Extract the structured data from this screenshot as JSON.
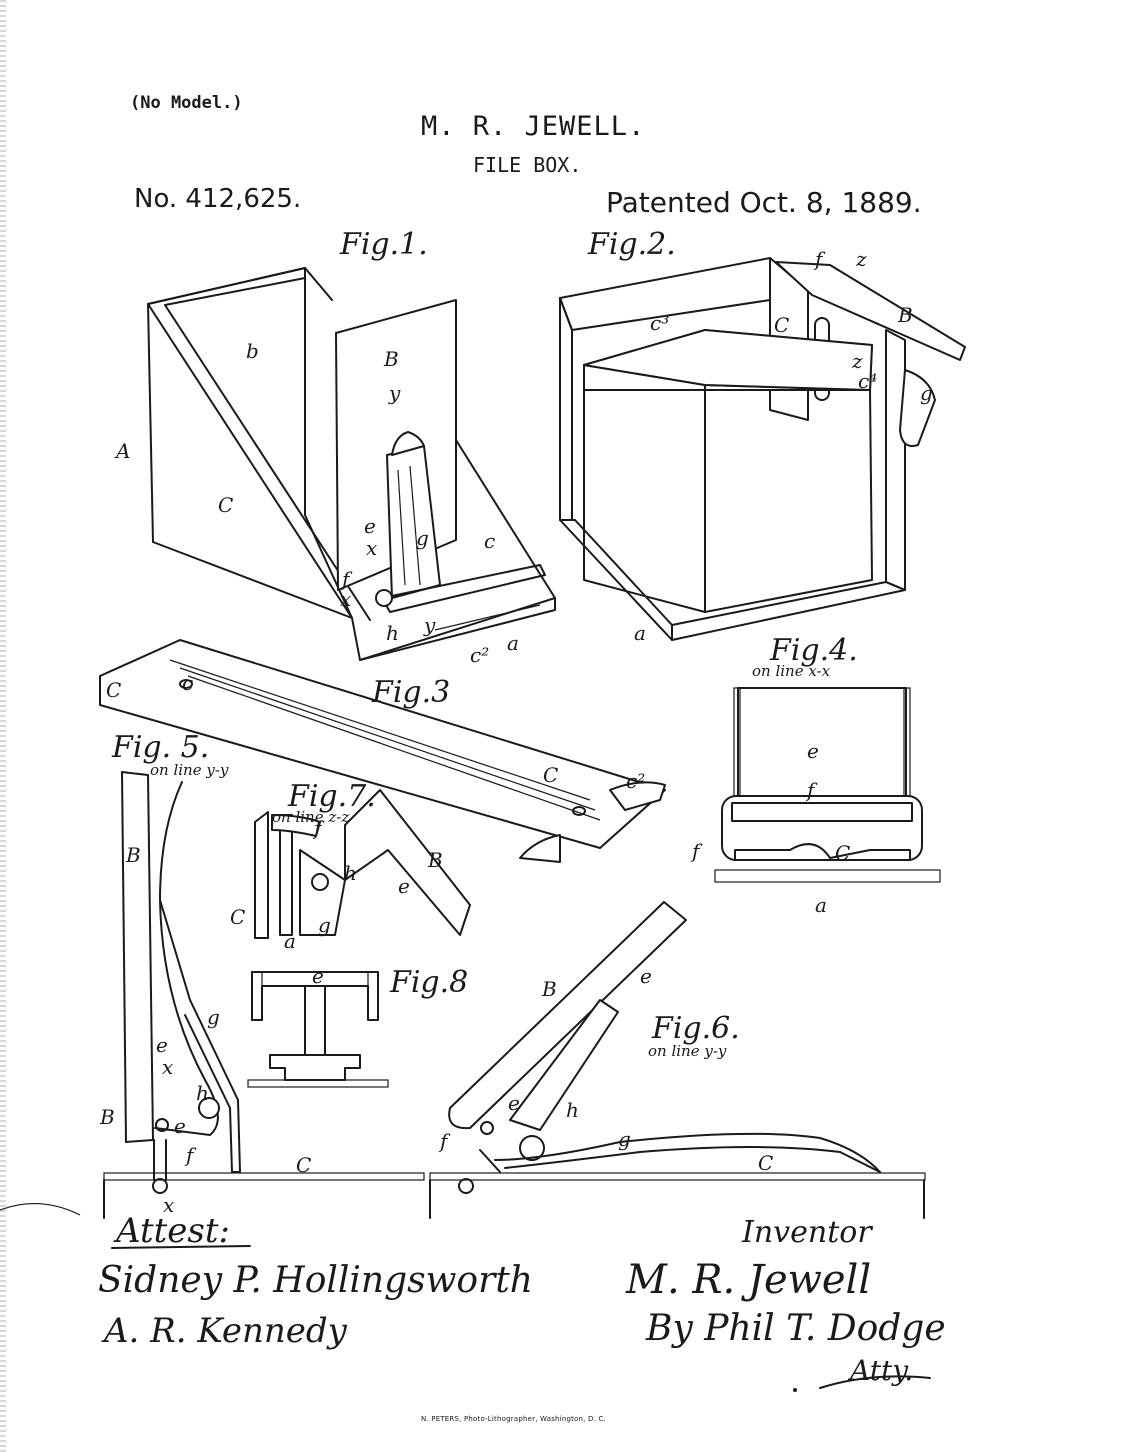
{
  "header": {
    "model_note": "(No Model.)",
    "inventor_name": "M. R. JEWELL.",
    "title": "FILE BOX.",
    "patent_number": "No. 412,625.",
    "patent_date": "Patented Oct. 8, 1889."
  },
  "figures": {
    "fig1": {
      "title": "Fig.1.",
      "labels": {
        "A": "A",
        "b": "b",
        "B": "B",
        "C_left": "C",
        "C_right": "c",
        "y": "y",
        "e": "e",
        "g": "g",
        "x1": "x",
        "x2": "x",
        "f": "f",
        "h": "h",
        "y2": "y",
        "c2": "c²",
        "a": "a"
      }
    },
    "fig2": {
      "title": "Fig.2.",
      "labels": {
        "f": "f",
        "z1": "z",
        "z2": "z",
        "B": "B",
        "c3": "c³",
        "C": "C",
        "c4": "c⁴",
        "g": "g",
        "a": "a"
      }
    },
    "fig3": {
      "title": "Fig.3",
      "labels": {
        "C_end": "C",
        "c_inner": "c",
        "C_mid": "C",
        "c2": "c²"
      }
    },
    "fig4": {
      "title": "Fig.4.",
      "subtitle": "on line x-x",
      "labels": {
        "e": "e",
        "f_top": "f",
        "f_side": "f",
        "C": "C",
        "a": "a"
      }
    },
    "fig5": {
      "title": "Fig. 5.",
      "subtitle": "on line y-y",
      "labels": {
        "B_top": "B",
        "B_bot": "B",
        "g": "g",
        "e": "e",
        "x_mid": "x",
        "h": "h",
        "e2": "e",
        "f": "f",
        "C": "C",
        "x_bot": "x"
      }
    },
    "fig6": {
      "title": "Fig.6.",
      "subtitle": "on line y-y",
      "labels": {
        "B": "B",
        "e_top": "e",
        "e_mid": "e",
        "h": "h",
        "g": "g",
        "f": "f",
        "C": "C"
      }
    },
    "fig7": {
      "title": "Fig.7.",
      "subtitle": "on line z-z",
      "labels": {
        "f": "f",
        "h": "h",
        "B": "B",
        "e": "e",
        "C": "C",
        "g": "g",
        "a": "a"
      }
    },
    "fig8": {
      "title": "Fig.8",
      "labels": {
        "e": "e"
      }
    }
  },
  "attest": {
    "heading": "Attest:",
    "witnesses": [
      "Sidney P. Hollingsworth",
      "A. R. Kennedy"
    ]
  },
  "inventor_block": {
    "heading": "Inventor",
    "signature": "M. R. Jewell",
    "by_line": "By Phil T. Dodge",
    "atty": "Atty."
  },
  "footer": {
    "imprint": "N. PETERS, Photo-Lithographer, Washington, D. C."
  }
}
